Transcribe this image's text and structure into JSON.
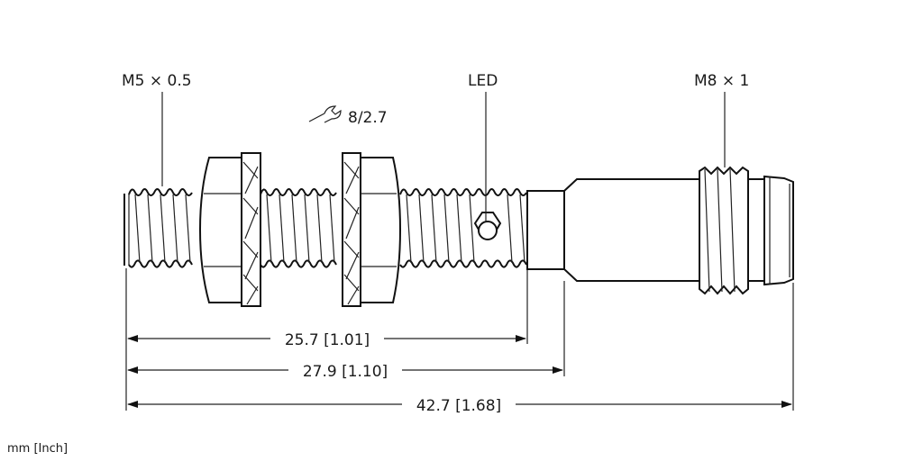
{
  "drawing": {
    "labels": {
      "thread_front": "M5 × 0.5",
      "led": "LED",
      "thread_connector": "M8 × 1",
      "wrench_size": "8/2.7"
    },
    "dimensions": [
      {
        "label": "25.7 [1.01]"
      },
      {
        "label": "27.9 [1.10]"
      },
      {
        "label": "42.7 [1.68]"
      }
    ],
    "units": "mm [Inch]"
  }
}
